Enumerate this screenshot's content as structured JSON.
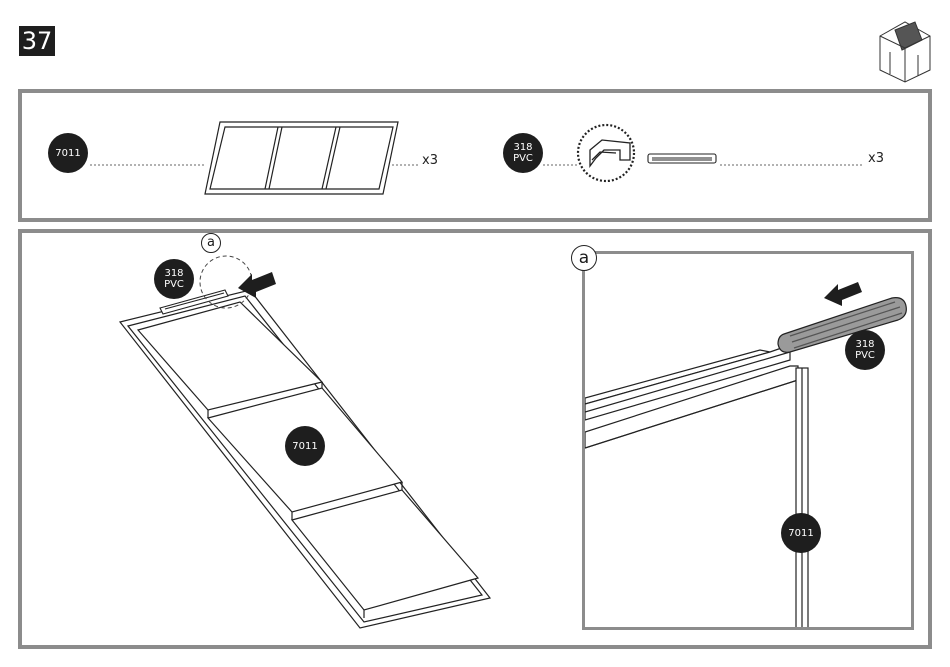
{
  "step": {
    "number": "37"
  },
  "parts_panel": {
    "panel_part": {
      "code": "7011",
      "quantity": "x3"
    },
    "profile_part": {
      "code_line1": "318",
      "code_line2": "PVC",
      "quantity": "x3"
    }
  },
  "assembly_panel": {
    "detail_letter": "a",
    "profile_badge": {
      "line1": "318",
      "line2": "PVC"
    },
    "panel_badge": "7011"
  },
  "detail_panel": {
    "detail_letter": "a",
    "profile_badge": {
      "line1": "318",
      "line2": "PVC"
    },
    "panel_badge": "7011"
  }
}
